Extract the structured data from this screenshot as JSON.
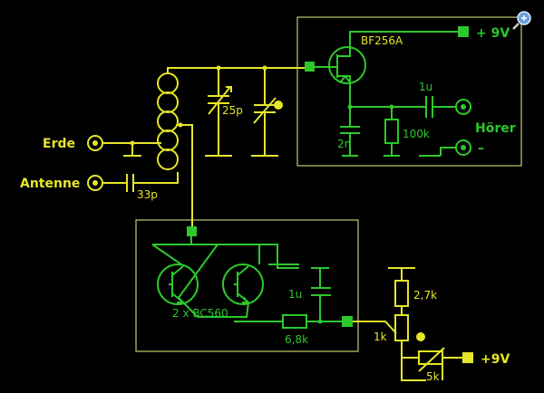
{
  "labels": {
    "erde": "Erde",
    "antenne": "Antenne",
    "c33": "33p",
    "c25": "25p",
    "fet": "BF256A",
    "vplus_top": "+ 9V",
    "c2n": "2n",
    "c1u_top": "1u",
    "r100k": "100k",
    "hoerer": "Hörer",
    "minus": "–",
    "transistors": "2 x BC560",
    "c1u_bottom": "1u",
    "r68k": "6,8k",
    "r27k": "2,7k",
    "p1k": "1k",
    "p5k": "5k",
    "vplus_bottom": "+9V"
  },
  "colors": {
    "wire_yellow": "#e6e62a",
    "wire_green": "#2cc82c",
    "box": "#c8c86a",
    "background": "#000000"
  }
}
